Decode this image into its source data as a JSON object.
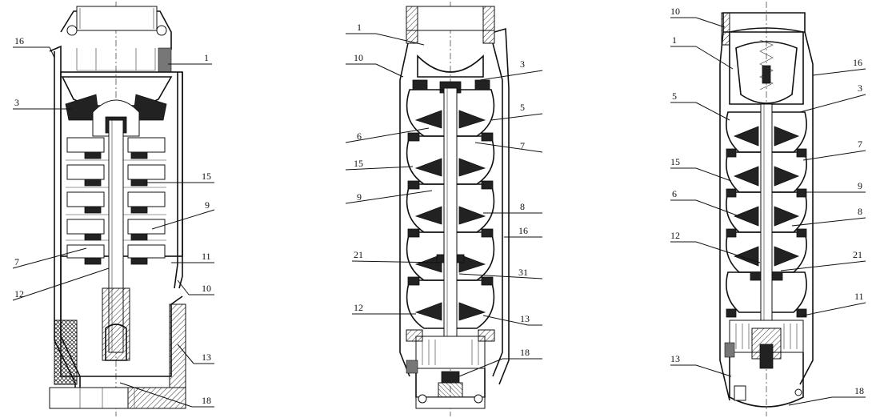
{
  "drawings": [
    {
      "id": "pump-a",
      "labels": [
        "16",
        "1",
        "3",
        "15",
        "9",
        "7",
        "11",
        "12",
        "10",
        "13",
        "18"
      ]
    },
    {
      "id": "pump-b",
      "labels": [
        "1",
        "10",
        "3",
        "5",
        "6",
        "7",
        "15",
        "9",
        "8",
        "16",
        "21",
        "31",
        "12",
        "13",
        "18"
      ]
    },
    {
      "id": "pump-c",
      "labels": [
        "10",
        "1",
        "16",
        "5",
        "3",
        "7",
        "15",
        "9",
        "6",
        "8",
        "12",
        "21",
        "11",
        "13",
        "18"
      ]
    }
  ]
}
